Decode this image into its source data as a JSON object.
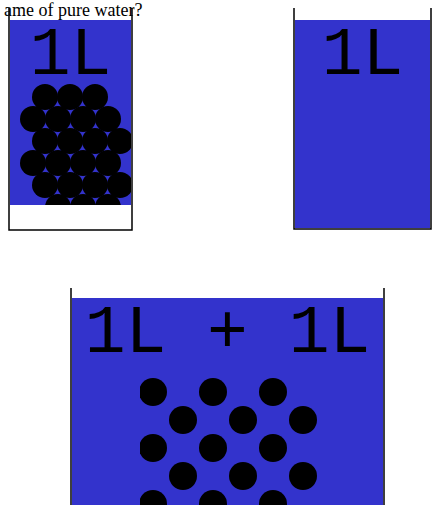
{
  "diagram": {
    "nodes": [
      {
        "text": [
          "1L"
        ]
      },
      {
        "text": [
          "1L"
        ]
      },
      {
        "text": [
          "1L + 1L"
        ]
      }
    ],
    "labels": [
      "ame of pure water?"
    ]
  }
}
